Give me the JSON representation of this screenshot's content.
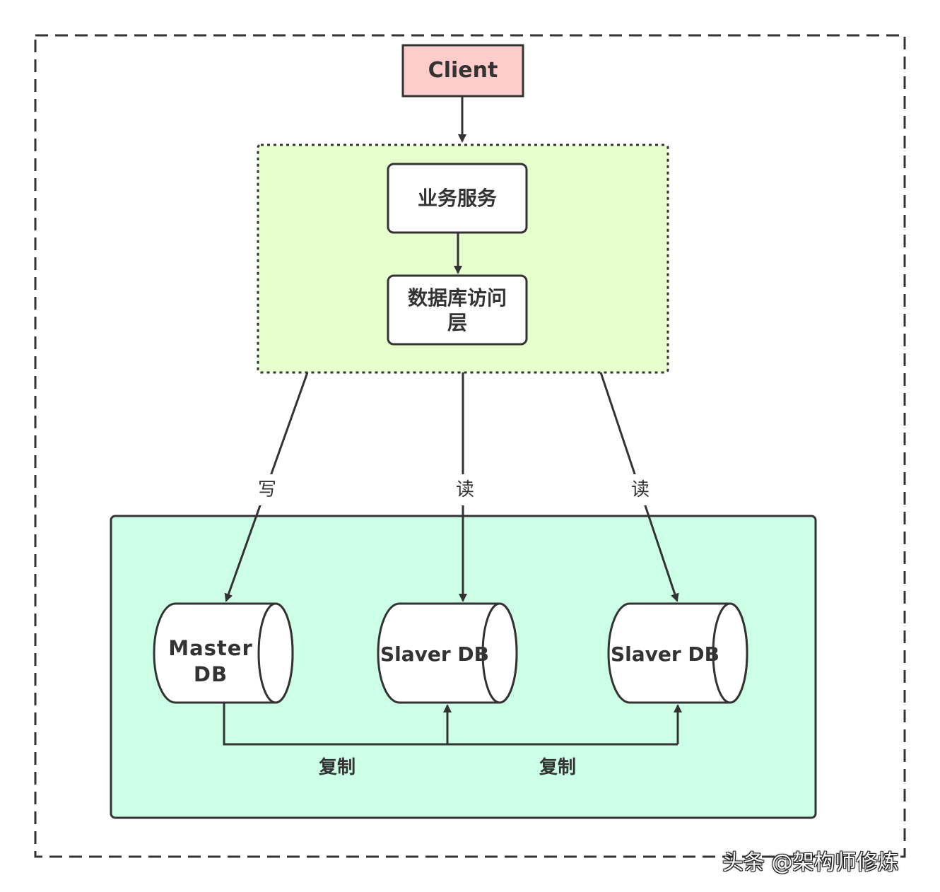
{
  "nodes": {
    "client": "Client",
    "business_service": "业务服务",
    "db_access_line1": "数据库访问",
    "db_access_line2": "层",
    "master_db_line1": "Master",
    "master_db_line2": "DB",
    "slave_db_1": "Slaver DB",
    "slave_db_2": "Slaver DB"
  },
  "edges": {
    "write": "写",
    "read_1": "读",
    "read_2": "读",
    "replicate_1": "复制",
    "replicate_2": "复制"
  },
  "watermark": "头条 @架构师修炼",
  "colors": {
    "client_fill": "#ffcccc",
    "service_group_fill": "#e6ffcc",
    "db_group_fill": "#ccffe6",
    "stroke": "#333333"
  }
}
